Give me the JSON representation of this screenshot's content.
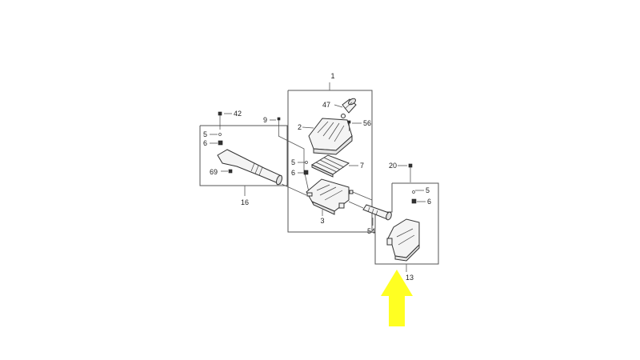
{
  "labels": {
    "l1": "1",
    "l47": "47",
    "l56": "56",
    "l2": "2",
    "l9": "9",
    "l5a": "5",
    "l6a": "6",
    "l7": "7",
    "l3": "3",
    "l42": "42",
    "l5b": "5",
    "l6b": "6",
    "l69": "69",
    "l16": "16",
    "l20": "20",
    "l5c": "5",
    "l6c": "6",
    "l54": "54",
    "l13": "13"
  },
  "colors": {
    "arrow": "#ffff22",
    "line": "#555555"
  }
}
